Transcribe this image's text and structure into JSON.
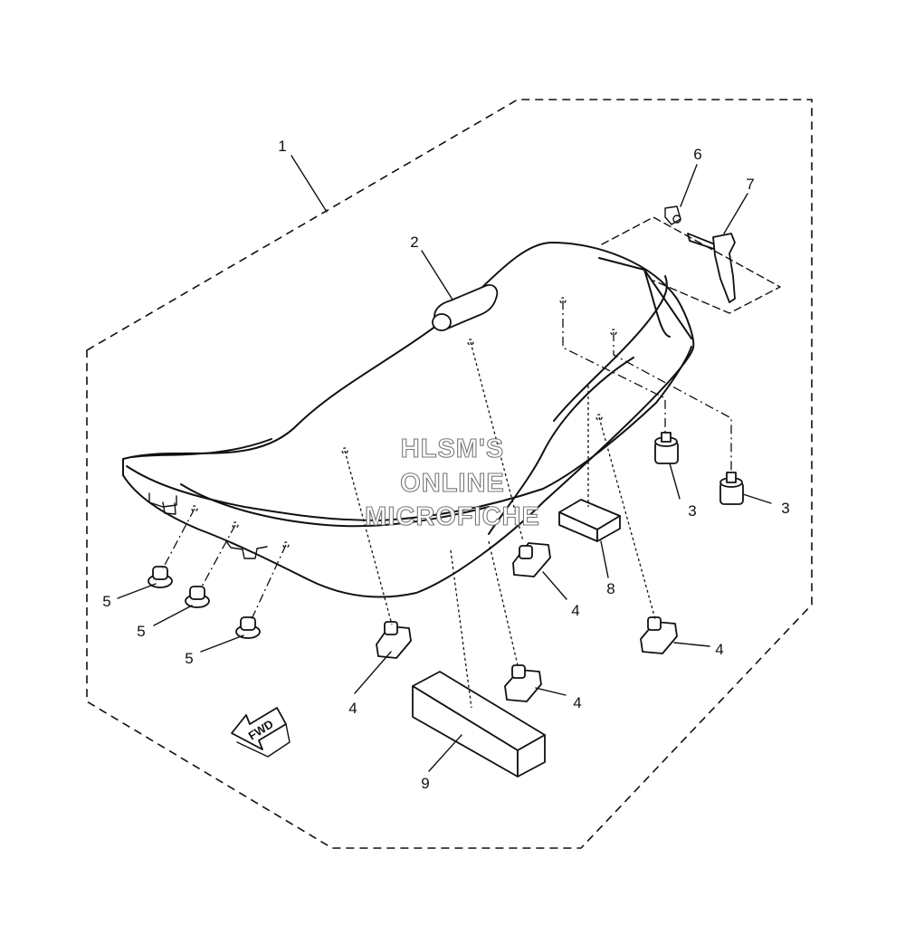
{
  "callouts": [
    {
      "id": "c1",
      "label": "1"
    },
    {
      "id": "c2",
      "label": "2"
    },
    {
      "id": "c3a",
      "label": "3"
    },
    {
      "id": "c3b",
      "label": "3"
    },
    {
      "id": "c4a",
      "label": "4"
    },
    {
      "id": "c4b",
      "label": "4"
    },
    {
      "id": "c4c",
      "label": "4"
    },
    {
      "id": "c4d",
      "label": "4"
    },
    {
      "id": "c5a",
      "label": "5"
    },
    {
      "id": "c5b",
      "label": "5"
    },
    {
      "id": "c5c",
      "label": "5"
    },
    {
      "id": "c6",
      "label": "6"
    },
    {
      "id": "c7",
      "label": "7"
    },
    {
      "id": "c8",
      "label": "8"
    },
    {
      "id": "c9",
      "label": "9"
    }
  ],
  "direction_arrow": {
    "label": "FWD"
  },
  "watermark": {
    "lines": [
      "HLSM'S",
      "ONLINE",
      "MICROFICHE"
    ]
  }
}
